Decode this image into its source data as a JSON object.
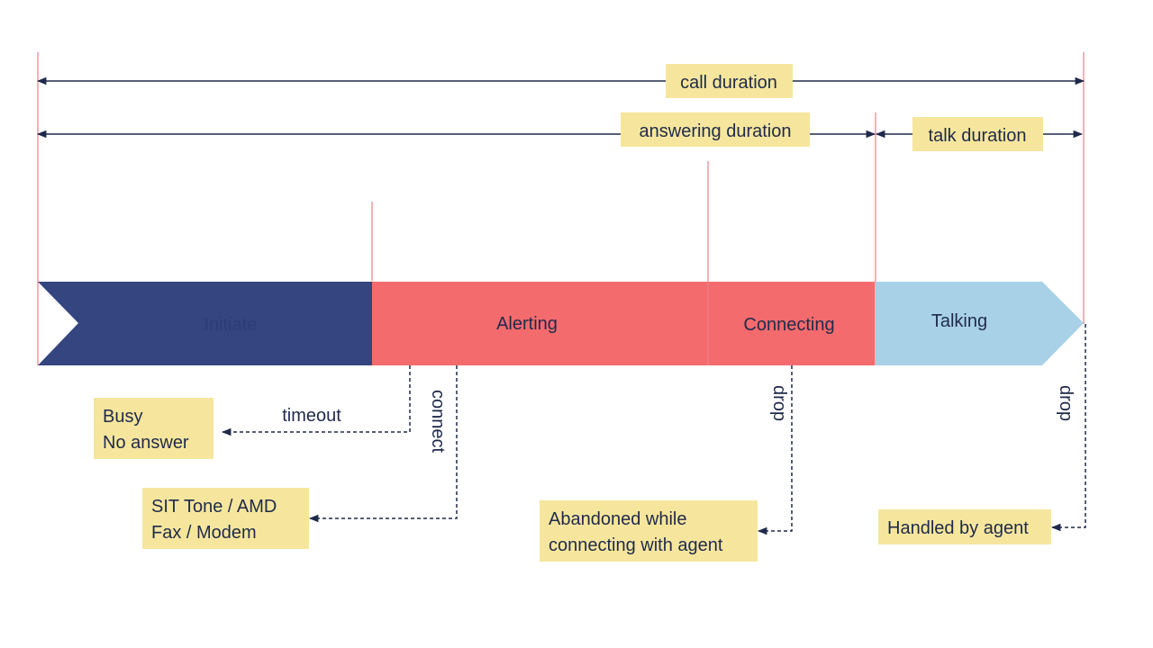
{
  "durations": {
    "call": "call duration",
    "answering": "answering duration",
    "talk": "talk duration"
  },
  "stages": {
    "initiate": "Initiate",
    "alerting": "Alerting",
    "connecting": "Connecting",
    "talking": "Talking"
  },
  "transitions": {
    "timeout": "timeout",
    "connect": "connect",
    "drop_connecting": "drop",
    "drop_talking": "drop"
  },
  "outcomes": {
    "busy_line1": "Busy",
    "busy_line2": "No answer",
    "sit_line1": "SIT Tone / AMD",
    "sit_line2": "Fax / Modem",
    "abandoned_line1": "Abandoned while",
    "abandoned_line2": "connecting with agent",
    "handled": "Handled by agent"
  },
  "colors": {
    "initiate": "#354580",
    "alerting": "#f46b6e",
    "connecting": "#f46b6e",
    "talking": "#a8d1e8",
    "label_bg": "#f6e69d",
    "marker_line": "#e8646a",
    "arrow": "#1f2a4a"
  }
}
